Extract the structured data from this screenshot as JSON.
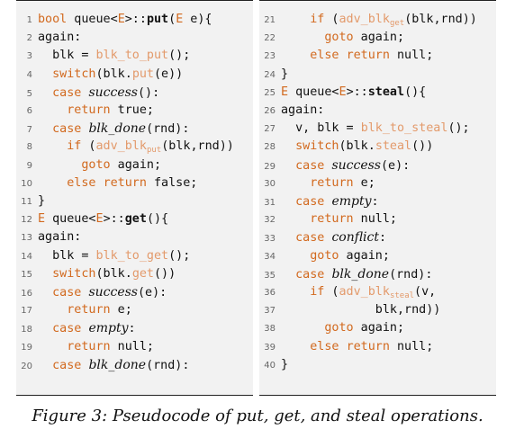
{
  "figure": {
    "caption": "Figure 3: Pseudocode of put, get, and steal operations."
  },
  "code": {
    "left": [
      {
        "n": "1",
        "parts": [
          {
            "t": "bool",
            "c": "kw"
          },
          {
            "t": " queue<"
          },
          {
            "t": "E",
            "c": "ty"
          },
          {
            "t": ">::"
          },
          {
            "t": "put",
            "c": "bd"
          },
          {
            "t": "("
          },
          {
            "t": "E",
            "c": "ty"
          },
          {
            "t": " e){"
          }
        ]
      },
      {
        "n": "2",
        "parts": [
          {
            "t": "again:"
          }
        ]
      },
      {
        "n": "3",
        "parts": [
          {
            "t": "  blk = "
          },
          {
            "t": "blk_to_put",
            "c": "fn"
          },
          {
            "t": "();"
          }
        ]
      },
      {
        "n": "4",
        "parts": [
          {
            "t": "  "
          },
          {
            "t": "switch",
            "c": "kw"
          },
          {
            "t": "(blk."
          },
          {
            "t": "put",
            "c": "fn"
          },
          {
            "t": "(e))"
          }
        ]
      },
      {
        "n": "5",
        "parts": [
          {
            "t": "  "
          },
          {
            "t": "case",
            "c": "kw"
          },
          {
            "t": " "
          },
          {
            "t": "success",
            "c": "it"
          },
          {
            "t": "():"
          }
        ]
      },
      {
        "n": "6",
        "parts": [
          {
            "t": "    "
          },
          {
            "t": "return",
            "c": "kw"
          },
          {
            "t": " true;"
          }
        ]
      },
      {
        "n": "7",
        "parts": [
          {
            "t": "  "
          },
          {
            "t": "case",
            "c": "kw"
          },
          {
            "t": " "
          },
          {
            "t": "blk_done",
            "c": "it"
          },
          {
            "t": "(rnd):"
          }
        ]
      },
      {
        "n": "8",
        "parts": [
          {
            "t": "    "
          },
          {
            "t": "if",
            "c": "kw"
          },
          {
            "t": " ("
          },
          {
            "t": "adv_blk",
            "c": "fn"
          },
          {
            "t": "put",
            "c": "fn",
            "sub": true
          },
          {
            "t": "(blk,rnd))"
          }
        ]
      },
      {
        "n": "9",
        "parts": [
          {
            "t": "      "
          },
          {
            "t": "goto",
            "c": "kw"
          },
          {
            "t": " again;"
          }
        ]
      },
      {
        "n": "10",
        "parts": [
          {
            "t": "    "
          },
          {
            "t": "else",
            "c": "kw"
          },
          {
            "t": " "
          },
          {
            "t": "return",
            "c": "kw"
          },
          {
            "t": " false;"
          }
        ]
      },
      {
        "n": "11",
        "parts": [
          {
            "t": "}"
          }
        ]
      },
      {
        "n": "12",
        "parts": [
          {
            "t": "E",
            "c": "ty"
          },
          {
            "t": " queue<"
          },
          {
            "t": "E",
            "c": "ty"
          },
          {
            "t": ">::"
          },
          {
            "t": "get",
            "c": "bd"
          },
          {
            "t": "(){"
          }
        ]
      },
      {
        "n": "13",
        "parts": [
          {
            "t": "again:"
          }
        ]
      },
      {
        "n": "14",
        "parts": [
          {
            "t": "  blk = "
          },
          {
            "t": "blk_to_get",
            "c": "fn"
          },
          {
            "t": "();"
          }
        ]
      },
      {
        "n": "15",
        "parts": [
          {
            "t": "  "
          },
          {
            "t": "switch",
            "c": "kw"
          },
          {
            "t": "(blk."
          },
          {
            "t": "get",
            "c": "fn"
          },
          {
            "t": "())"
          }
        ]
      },
      {
        "n": "16",
        "parts": [
          {
            "t": "  "
          },
          {
            "t": "case",
            "c": "kw"
          },
          {
            "t": " "
          },
          {
            "t": "success",
            "c": "it"
          },
          {
            "t": "(e):"
          }
        ]
      },
      {
        "n": "17",
        "parts": [
          {
            "t": "    "
          },
          {
            "t": "return",
            "c": "kw"
          },
          {
            "t": " e;"
          }
        ]
      },
      {
        "n": "18",
        "parts": [
          {
            "t": "  "
          },
          {
            "t": "case",
            "c": "kw"
          },
          {
            "t": " "
          },
          {
            "t": "empty",
            "c": "it"
          },
          {
            "t": ":"
          }
        ]
      },
      {
        "n": "19",
        "parts": [
          {
            "t": "    "
          },
          {
            "t": "return",
            "c": "kw"
          },
          {
            "t": " null;"
          }
        ]
      },
      {
        "n": "20",
        "parts": [
          {
            "t": "  "
          },
          {
            "t": "case",
            "c": "kw"
          },
          {
            "t": " "
          },
          {
            "t": "blk_done",
            "c": "it"
          },
          {
            "t": "(rnd):"
          }
        ]
      }
    ],
    "right": [
      {
        "n": "21",
        "parts": [
          {
            "t": "    "
          },
          {
            "t": "if",
            "c": "kw"
          },
          {
            "t": " ("
          },
          {
            "t": "adv_blk",
            "c": "fn"
          },
          {
            "t": "get",
            "c": "fn",
            "sub": true
          },
          {
            "t": "(blk,rnd))"
          }
        ]
      },
      {
        "n": "22",
        "parts": [
          {
            "t": "      "
          },
          {
            "t": "goto",
            "c": "kw"
          },
          {
            "t": " again;"
          }
        ]
      },
      {
        "n": "23",
        "parts": [
          {
            "t": "    "
          },
          {
            "t": "else",
            "c": "kw"
          },
          {
            "t": " "
          },
          {
            "t": "return",
            "c": "kw"
          },
          {
            "t": " null;"
          }
        ]
      },
      {
        "n": "24",
        "parts": [
          {
            "t": "}"
          }
        ]
      },
      {
        "n": "25",
        "parts": [
          {
            "t": "E",
            "c": "ty"
          },
          {
            "t": " queue<"
          },
          {
            "t": "E",
            "c": "ty"
          },
          {
            "t": ">::"
          },
          {
            "t": "steal",
            "c": "bd"
          },
          {
            "t": "(){"
          }
        ]
      },
      {
        "n": "26",
        "parts": [
          {
            "t": "again:"
          }
        ]
      },
      {
        "n": "27",
        "parts": [
          {
            "t": "  v, blk = "
          },
          {
            "t": "blk_to_steal",
            "c": "fn"
          },
          {
            "t": "();"
          }
        ]
      },
      {
        "n": "28",
        "parts": [
          {
            "t": "  "
          },
          {
            "t": "switch",
            "c": "kw"
          },
          {
            "t": "(blk."
          },
          {
            "t": "steal",
            "c": "fn"
          },
          {
            "t": "())"
          }
        ]
      },
      {
        "n": "29",
        "parts": [
          {
            "t": "  "
          },
          {
            "t": "case",
            "c": "kw"
          },
          {
            "t": " "
          },
          {
            "t": "success",
            "c": "it"
          },
          {
            "t": "(e):"
          }
        ]
      },
      {
        "n": "30",
        "parts": [
          {
            "t": "    "
          },
          {
            "t": "return",
            "c": "kw"
          },
          {
            "t": " e;"
          }
        ]
      },
      {
        "n": "31",
        "parts": [
          {
            "t": "  "
          },
          {
            "t": "case",
            "c": "kw"
          },
          {
            "t": " "
          },
          {
            "t": "empty",
            "c": "it"
          },
          {
            "t": ":"
          }
        ]
      },
      {
        "n": "32",
        "parts": [
          {
            "t": "    "
          },
          {
            "t": "return",
            "c": "kw"
          },
          {
            "t": " null;"
          }
        ]
      },
      {
        "n": "33",
        "parts": [
          {
            "t": "  "
          },
          {
            "t": "case",
            "c": "kw"
          },
          {
            "t": " "
          },
          {
            "t": "conflict",
            "c": "it"
          },
          {
            "t": ":"
          }
        ]
      },
      {
        "n": "34",
        "parts": [
          {
            "t": "    "
          },
          {
            "t": "goto",
            "c": "kw"
          },
          {
            "t": " again;"
          }
        ]
      },
      {
        "n": "35",
        "parts": [
          {
            "t": "  "
          },
          {
            "t": "case",
            "c": "kw"
          },
          {
            "t": " "
          },
          {
            "t": "blk_done",
            "c": "it"
          },
          {
            "t": "(rnd):"
          }
        ]
      },
      {
        "n": "36",
        "parts": [
          {
            "t": "    "
          },
          {
            "t": "if",
            "c": "kw"
          },
          {
            "t": " ("
          },
          {
            "t": "adv_blk",
            "c": "fn"
          },
          {
            "t": "steal",
            "c": "fn",
            "sub": true
          },
          {
            "t": "(v,"
          }
        ]
      },
      {
        "n": "37",
        "parts": [
          {
            "t": "             blk,rnd))"
          }
        ]
      },
      {
        "n": "38",
        "parts": [
          {
            "t": "      "
          },
          {
            "t": "goto",
            "c": "kw"
          },
          {
            "t": " again;"
          }
        ]
      },
      {
        "n": "39",
        "parts": [
          {
            "t": "    "
          },
          {
            "t": "else",
            "c": "kw"
          },
          {
            "t": " "
          },
          {
            "t": "return",
            "c": "kw"
          },
          {
            "t": " null;"
          }
        ]
      },
      {
        "n": "40",
        "parts": [
          {
            "t": "}"
          }
        ]
      }
    ]
  }
}
